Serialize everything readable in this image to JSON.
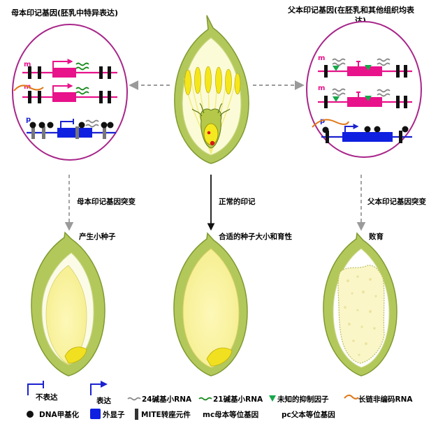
{
  "headings": {
    "maternal": "母本印记基因(胚乳中特异表达)",
    "paternal_line1": "父本印记基因(在胚乳和其他组织均表",
    "paternal_line2": "达)"
  },
  "arrows": {
    "maternal_mutation": "母本印记基因突变",
    "normal": "正常的印记",
    "paternal_mutation": "父本印记基因突变"
  },
  "outcomes": {
    "small_seed": "产生小种子",
    "normal_seed": "合适的种子大小和育性",
    "abortion": "败育"
  },
  "allele_marks": {
    "m": "m",
    "p": "p"
  },
  "legend": {
    "not_expressed": "不表达",
    "expressed": "表达",
    "srna24": "24碱基小RNA",
    "srna21": "21碱基小RNA",
    "repressor": "未知的抑制因子",
    "lncrna": "长链非编码RNA",
    "dna_methylation": "DNA甲基化",
    "exon": "外显子",
    "mite": "MITE转座元件",
    "mc": "mc母本等位基因",
    "pc": "pc父本等位基因"
  },
  "colors": {
    "seed_coat": "#b3c85a",
    "seed_coat_dark": "#7f9a32",
    "endosperm": "#fbf5a3",
    "embryo": "#f0e020",
    "circle_stroke": "#a8268a",
    "maternal_line": "#e8128a",
    "paternal_line": "#1a22d0",
    "exon_blue": "#1020e0",
    "green_rna": "#15881a",
    "repressor": "#16a84a",
    "lncrna": "#e07818",
    "grey_rna": "#888888",
    "arrow_grey": "#9a9a9a"
  }
}
